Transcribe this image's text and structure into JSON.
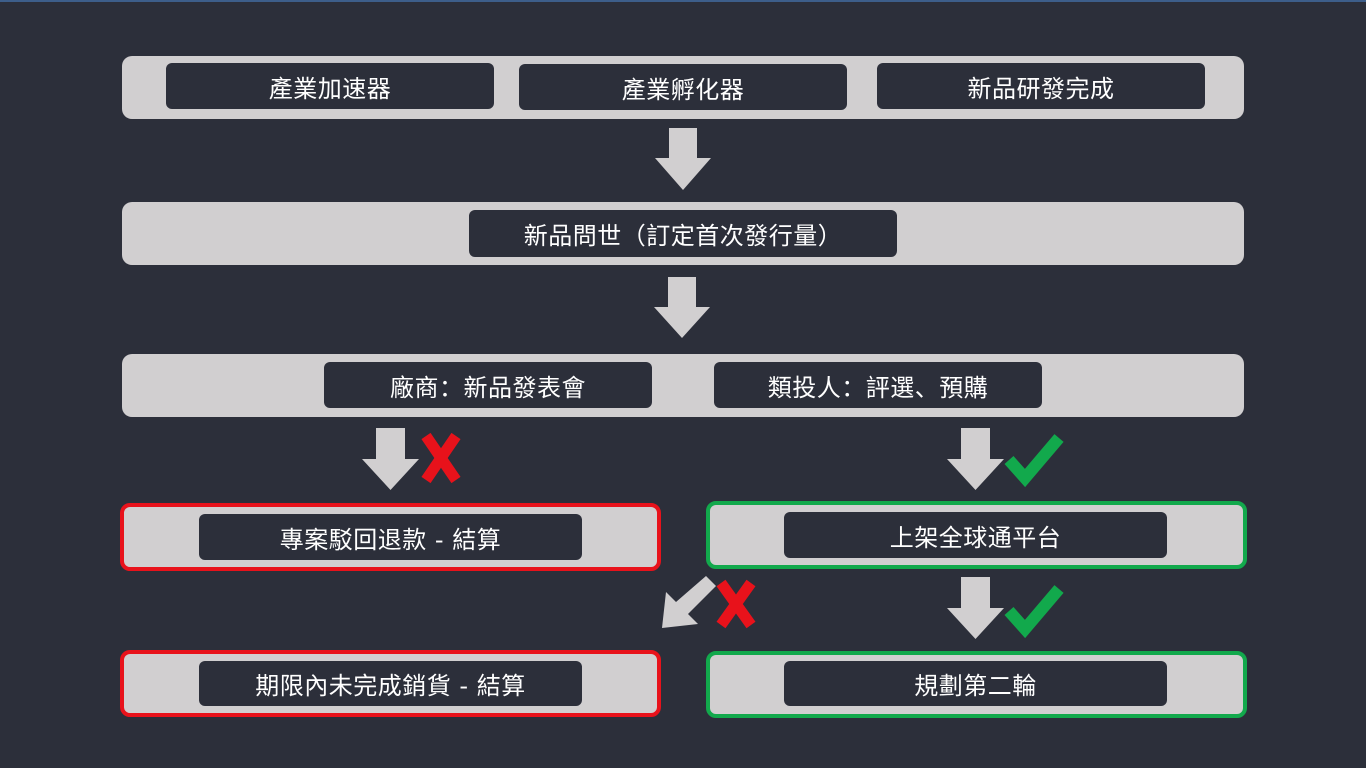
{
  "row1": {
    "accelerator": "產業加速器",
    "incubator": "產業孵化器",
    "rnd": "新品研發完成"
  },
  "row2": {
    "launch": "新品問世（訂定首次發行量）"
  },
  "row3": {
    "vendor": "廠商：新品發表會",
    "investors": "類投人：評選、預購"
  },
  "fail_path": {
    "refund": "專案駁回退款 - 結算",
    "unsold": "期限內未完成銷貨 - 結算"
  },
  "success_path": {
    "platform": "上架全球通平台",
    "next_round": "規劃第二輪"
  },
  "colors": {
    "background": "#2c2f3a",
    "band": "#d1cfd0",
    "arrow": "#d1cfd0",
    "reject": "#e8121b",
    "approve": "#12a94c"
  },
  "icons": [
    "down-arrow-icon",
    "diagonal-arrow-icon",
    "cross-icon",
    "check-icon"
  ]
}
